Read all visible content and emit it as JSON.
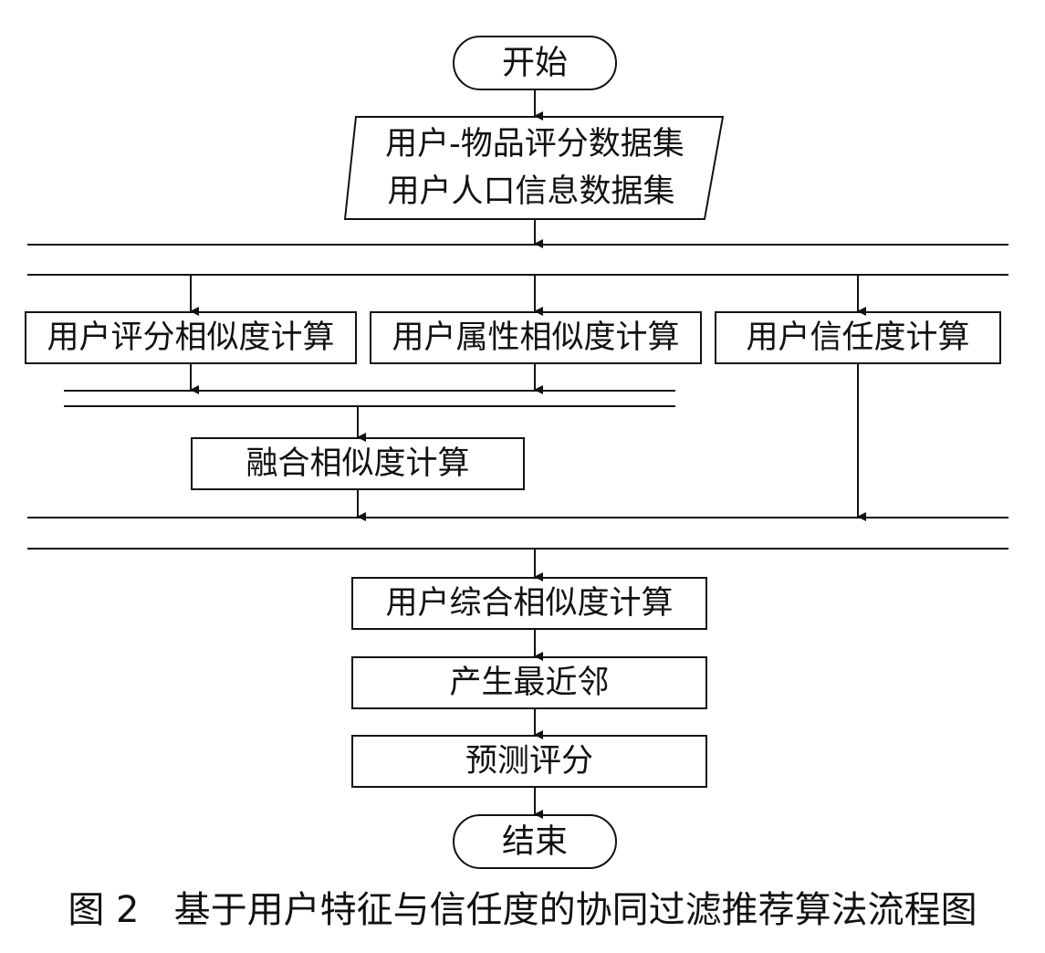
{
  "nodes": {
    "start": "开始",
    "input_line1": "用户-物品评分数据集",
    "input_line2": "用户人口信息数据集",
    "rating_sim": "用户评分相似度计算",
    "attr_sim": "用户属性相似度计算",
    "trust": "用户信任度计算",
    "fusion_sim": "融合相似度计算",
    "overall_sim": "用户综合相似度计算",
    "neighbors": "产生最近邻",
    "predict": "预测评分",
    "end": "结束"
  },
  "caption": {
    "label": "图 2",
    "title": "基于用户特征与信任度的协同过滤推荐算法流程图"
  }
}
